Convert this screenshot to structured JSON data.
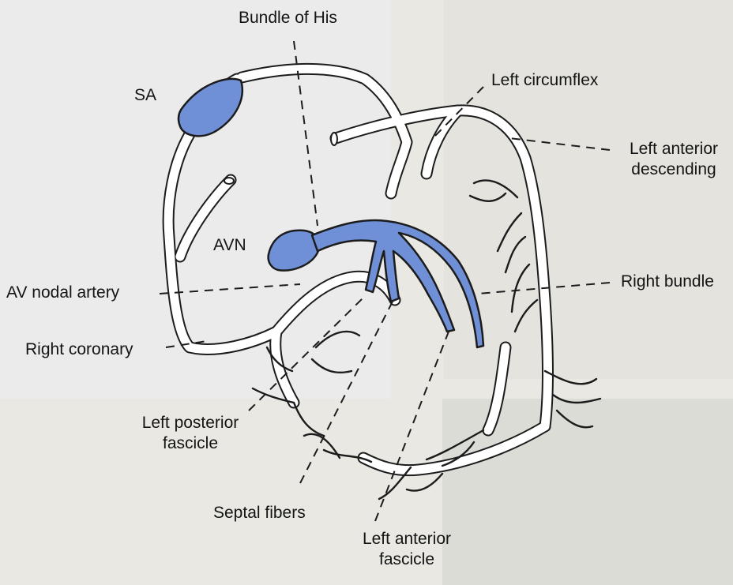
{
  "labels": {
    "bundle_of_his": "Bundle of His",
    "sa": "SA",
    "left_circumflex": "Left circumflex",
    "left_anterior_descending_1": "Left anterior",
    "left_anterior_descending_2": "descending",
    "avn": "AVN",
    "av_nodal_artery": "AV nodal artery",
    "right_bundle": "Right bundle",
    "right_coronary": "Right coronary",
    "left_posterior_fascicle_1": "Left posterior",
    "left_posterior_fascicle_2": "fascicle",
    "septal_fibers": "Septal fibers",
    "left_anterior_fascicle_1": "Left anterior",
    "left_anterior_fascicle_2": "fascicle"
  },
  "colors": {
    "conduction_tissue": "#6f8fd6",
    "vessel_outline": "#1c1c1c",
    "vessel_fill": "#ffffff",
    "page": "#e9e8e3"
  }
}
